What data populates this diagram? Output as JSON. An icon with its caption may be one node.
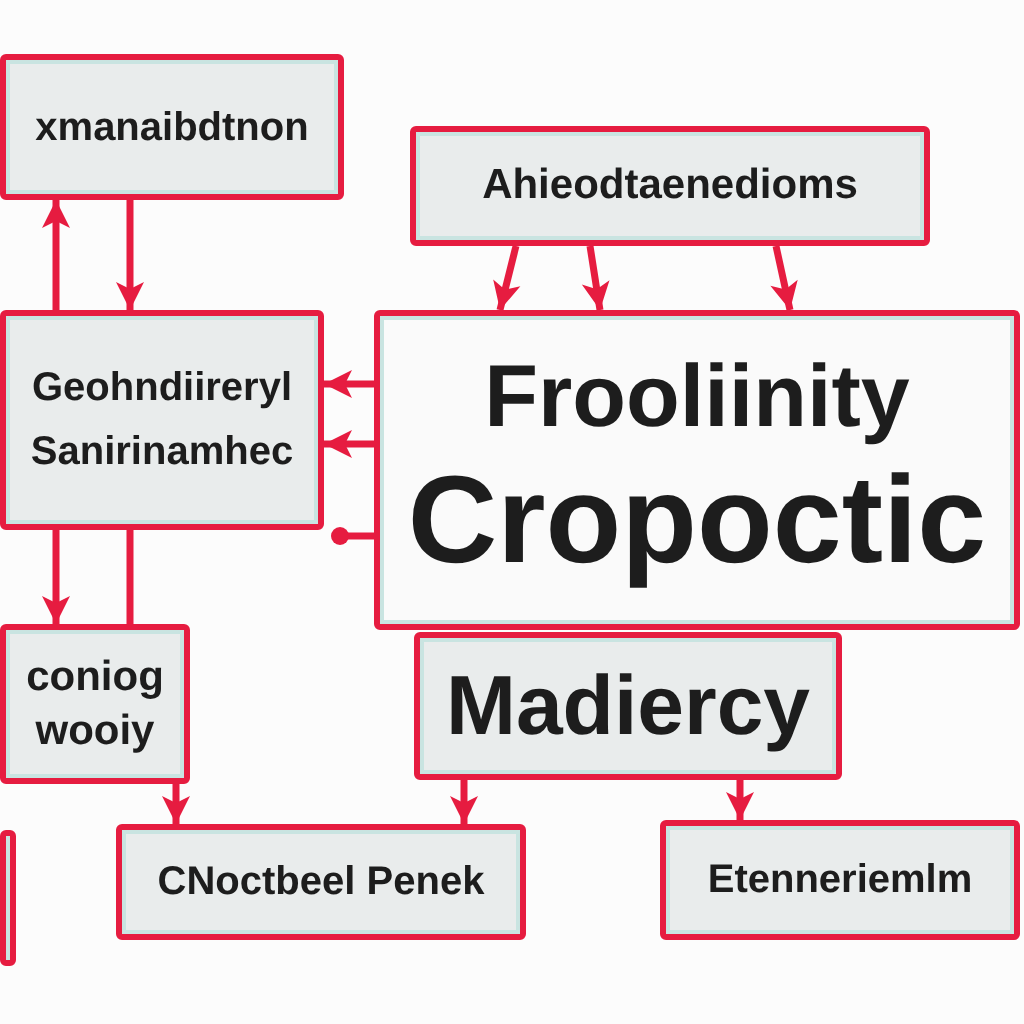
{
  "diagram": {
    "nodes": [
      {
        "text": [
          "xmanaibdtnon"
        ]
      },
      {
        "text": [
          "Ahieodtaenedioms"
        ]
      },
      {
        "text": [
          "Geohndiireryl Sanirinamhec"
        ]
      },
      {
        "text": [
          "Frooliinity",
          "Cropoctic"
        ]
      },
      {
        "text": [
          "Madiercy"
        ]
      },
      {
        "text": [
          "coniog wooiy"
        ]
      },
      {
        "text": [
          "CNoctbeel Penek"
        ]
      },
      {
        "text": [
          "Etenneriemlm"
        ]
      },
      {
        "text": [],
        "shape": "box"
      }
    ],
    "edges": [
      {
        "from": 2,
        "to": 0,
        "arrow": "to"
      },
      {
        "from": 0,
        "to": 2,
        "arrow": "to"
      },
      {
        "from": 2,
        "to": 5,
        "arrow": "to"
      },
      {
        "from": 2,
        "to": 5,
        "arrow": "none"
      },
      {
        "from": 3,
        "to": 2,
        "arrow": "to"
      },
      {
        "from": 3,
        "to": 2,
        "arrow": "to"
      },
      {
        "from": 3,
        "to": null,
        "arrow": "other"
      },
      {
        "from": 1,
        "to": 3,
        "arrow": "to"
      },
      {
        "from": 1,
        "to": 3,
        "arrow": "to"
      },
      {
        "from": 1,
        "to": 3,
        "arrow": "to"
      },
      {
        "from": 4,
        "to": 6,
        "arrow": "to"
      },
      {
        "from": 4,
        "to": 7,
        "arrow": "to"
      },
      {
        "from": 5,
        "to": 6,
        "arrow": "to"
      }
    ]
  }
}
